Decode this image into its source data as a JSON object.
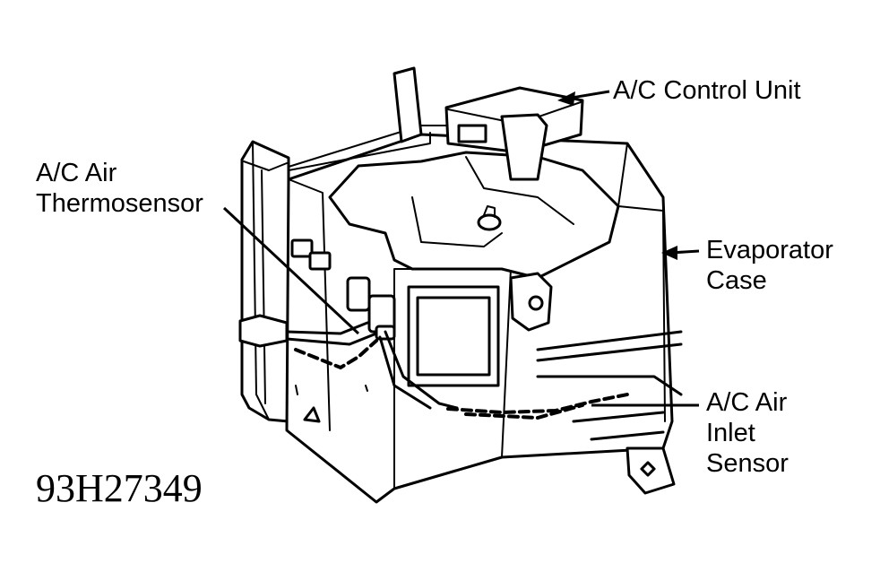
{
  "labels": {
    "control_unit": "A/C Control Unit",
    "thermosensor_line1": "A/C Air",
    "thermosensor_line2": "Thermosensor",
    "evaporator_line1": "Evaporator",
    "evaporator_line2": "Case",
    "inlet_line1": "A/C Air",
    "inlet_line2": "Inlet",
    "inlet_line3": "Sensor"
  },
  "figure_code": "93H27349"
}
